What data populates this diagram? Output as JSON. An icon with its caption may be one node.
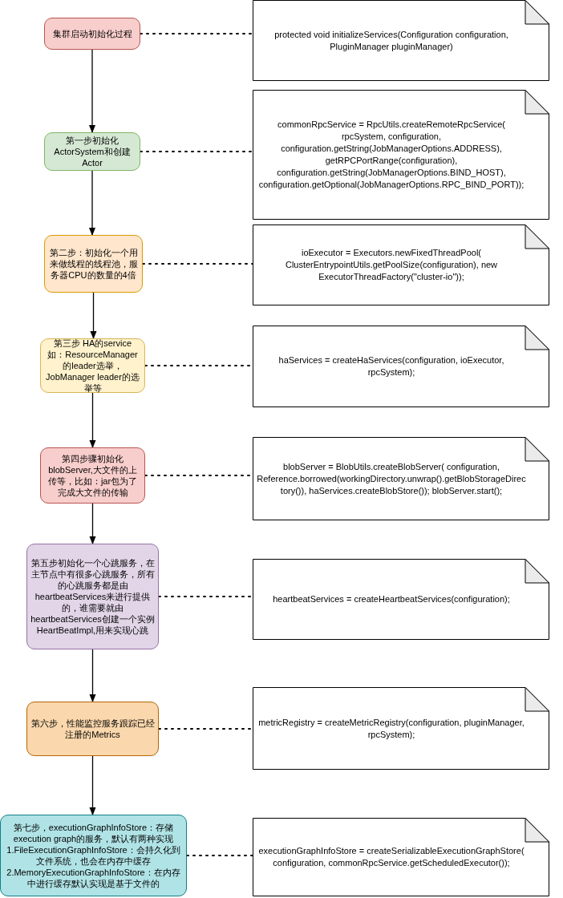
{
  "diagram": {
    "nodes": [
      {
        "text": [
          "集群启动初始化过程"
        ]
      },
      {
        "text": [
          "protected void initializeServices(Configuration configuration, PluginManager pluginManager)"
        ]
      },
      {
        "text": [
          "第一步初始化ActorSystem和创建Actor"
        ]
      },
      {
        "text": [
          "commonRpcService = RpcUtils.createRemoteRpcService( rpcSystem, configuration, configuration.getString(JobManagerOptions.ADDRESS), getRPCPortRange(configuration), configuration.getString(JobManagerOptions.BIND_HOST), configuration.getOptional(JobManagerOptions.RPC_BIND_PORT));"
        ]
      },
      {
        "text": [
          "第二步：初始化一个用来做线程的线程池，服务器CPU的数量的4倍"
        ]
      },
      {
        "text": [
          "ioExecutor = Executors.newFixedThreadPool( ClusterEntrypointUtils.getPoolSize(configuration), new ExecutorThreadFactory(\"cluster-io\"));"
        ]
      },
      {
        "text": [
          "第三步 HA的service 如：ResourceManager 的leader选举，JobManager leader的选举等"
        ]
      },
      {
        "text": [
          "haServices = createHaServices(configuration, ioExecutor, rpcSystem);"
        ]
      },
      {
        "text": [
          "第四步骤初始化blobServer,大文件的上传等，比如：jar包为了完成大文件的传输"
        ]
      },
      {
        "text": [
          "blobServer = BlobUtils.createBlobServer( configuration, Reference.borrowed(workingDirectory.unwrap().getBlobStorageDirectory()), haServices.createBlobStore()); blobServer.start();"
        ]
      },
      {
        "text": [
          "第五步初始化一个心跳服务，在主节点中有很多心跳服务，所有的心跳服务都是由heartbeatServices来进行提供的，谁需要就由heartbeatServices创建一个实例HeartBeatImpl,用来实现心跳"
        ]
      },
      {
        "text": [
          "heartbeatServices = createHeartbeatServices(configuration);"
        ]
      },
      {
        "text": [
          "第六步，性能监控服务跟踪已经注册的Metrics"
        ]
      },
      {
        "text": [
          "metricRegistry = createMetricRegistry(configuration, pluginManager, rpcSystem);"
        ]
      },
      {
        "text": [
          "第七步，executionGraphInfoStore：存储execution graph的服务，默认有两种实现 1.FileExecutionGraphInfoStore：会持久化到文件系统，也会在内存中缓存 2.MemoryExecutionGraphInfoStore：在内存中进行缓存默认实现是基于文件的"
        ]
      },
      {
        "text": [
          "executionGraphInfoStore = createSerializableExecutionGraphStore( configuration, commonRpcService.getScheduledExecutor());"
        ]
      }
    ],
    "edges": [
      {
        "from": 0,
        "to": 2,
        "arrow": "to"
      },
      {
        "from": 2,
        "to": 4,
        "arrow": "to"
      },
      {
        "from": 4,
        "to": 6,
        "arrow": "to"
      },
      {
        "from": 6,
        "to": 8,
        "arrow": "to"
      },
      {
        "from": 8,
        "to": 10,
        "arrow": "to"
      },
      {
        "from": 10,
        "to": 12,
        "arrow": "to"
      },
      {
        "from": 12,
        "to": 14,
        "arrow": "to"
      },
      {
        "from": 0,
        "to": 1,
        "arrow": "none",
        "style": "dashed"
      },
      {
        "from": 2,
        "to": 3,
        "arrow": "none",
        "style": "dashed"
      },
      {
        "from": 4,
        "to": 5,
        "arrow": "none",
        "style": "dashed"
      },
      {
        "from": 6,
        "to": 7,
        "arrow": "none",
        "style": "dashed"
      },
      {
        "from": 8,
        "to": 9,
        "arrow": "none",
        "style": "dashed"
      },
      {
        "from": 10,
        "to": 11,
        "arrow": "none",
        "style": "dashed"
      },
      {
        "from": 12,
        "to": 13,
        "arrow": "none",
        "style": "dashed"
      },
      {
        "from": 14,
        "to": 15,
        "arrow": "none",
        "style": "dashed"
      }
    ]
  }
}
